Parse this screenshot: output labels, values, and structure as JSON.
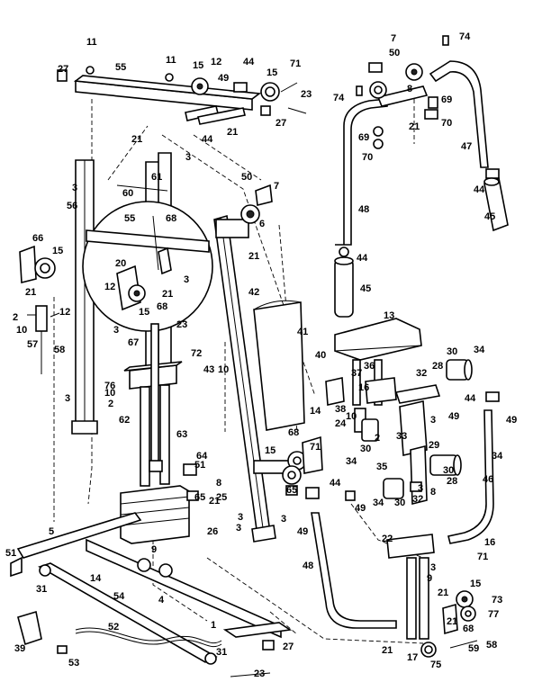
{
  "labels": {
    "l1": "11",
    "l2": "27",
    "l3": "55",
    "l4": "11",
    "l5": "15",
    "l6": "12",
    "l7": "44",
    "l8": "49",
    "l9": "15",
    "l10": "71",
    "l11": "23",
    "l12": "27",
    "l13": "21",
    "l14": "21",
    "l15": "44",
    "l16": "3",
    "l17": "3",
    "l18": "61",
    "l19": "60",
    "l20": "56",
    "l21": "55",
    "l22": "68",
    "l23": "66",
    "l24": "15",
    "l25": "20",
    "l26": "12",
    "l27": "3",
    "l28": "21",
    "l29": "15",
    "l30": "68",
    "l31": "21",
    "l32": "2",
    "l33": "12",
    "l34": "10",
    "l35": "57",
    "l36": "58",
    "l37": "3",
    "l38": "23",
    "l39": "67",
    "l40": "72",
    "l41": "76",
    "l42": "10",
    "l43": "2",
    "l44": "3",
    "l45": "62",
    "l46": "63",
    "l47": "64",
    "l48": "51",
    "l49": "65",
    "l50": "25",
    "l51": "26",
    "l52": "5",
    "l53": "51",
    "l54": "14",
    "l55": "31",
    "l56": "9",
    "l57": "4",
    "l58": "54",
    "l59": "52",
    "l60": "1",
    "l61": "39",
    "l62": "53",
    "l63": "31",
    "l64": "27",
    "l65": "23",
    "l66": "50",
    "l67": "7",
    "l68": "6",
    "l69": "21",
    "l70": "42",
    "l71": "43",
    "l72": "10",
    "l73": "41",
    "l74": "15",
    "l75": "68",
    "l76": "71",
    "l77": "8",
    "l78": "21",
    "l79": "3",
    "l80": "3",
    "l81": "3",
    "l82": "65",
    "l83": "44",
    "l84": "49",
    "l85": "49",
    "l86": "48",
    "l87": "7",
    "l88": "50",
    "l89": "74",
    "l90": "8",
    "l91": "74",
    "l92": "69",
    "l93": "70",
    "l94": "21",
    "l95": "69",
    "l96": "70",
    "l97": "47",
    "l98": "48",
    "l99": "44",
    "l100": "45",
    "l101": "44",
    "l102": "45",
    "l103": "13",
    "l104": "40",
    "l105": "37",
    "l106": "36",
    "l107": "16",
    "l108": "38",
    "l109": "14",
    "l110": "24",
    "l111": "10",
    "l112": "30",
    "l113": "2",
    "l114": "30",
    "l115": "34",
    "l116": "28",
    "l117": "32",
    "l118": "44",
    "l119": "49",
    "l120": "49",
    "l121": "3",
    "l122": "33",
    "l123": "29",
    "l124": "34",
    "l125": "35",
    "l126": "30",
    "l127": "28",
    "l128": "34",
    "l129": "46",
    "l130": "32",
    "l131": "8",
    "l132": "3",
    "l133": "30",
    "l134": "34",
    "l135": "22",
    "l136": "16",
    "l137": "71",
    "l138": "15",
    "l139": "73",
    "l140": "77",
    "l141": "58",
    "l142": "59",
    "l143": "75",
    "l144": "17",
    "l145": "21",
    "l146": "3",
    "l147": "9",
    "l148": "21",
    "l149": "68",
    "l150": "21"
  }
}
